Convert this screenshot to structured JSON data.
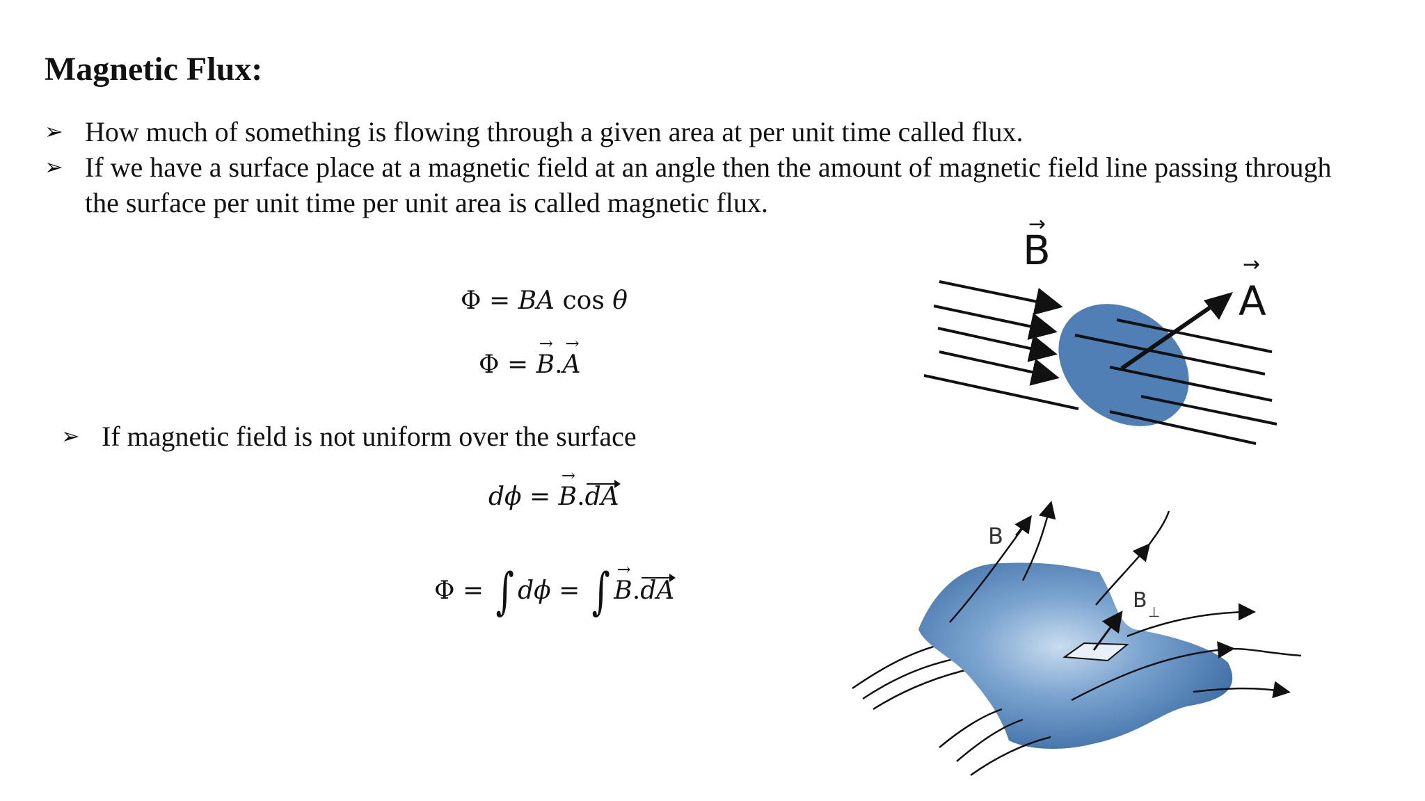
{
  "slide": {
    "title": "Magnetic Flux:",
    "bullets": [
      "How much of something is flowing through a given area at per unit time called flux.",
      "If we have a surface place at a magnetic field at an angle then the amount of magnetic field line passing through the surface per unit time per unit area is called magnetic flux."
    ],
    "bullet3": "If magnetic field is not uniform over the surface",
    "bullet_glyph": "➢"
  },
  "equations": {
    "eq1": {
      "lhs": "Φ",
      "eq": "=",
      "rhs_vars": "BA",
      "func": "cos",
      "angle": "θ"
    },
    "eq2": {
      "lhs": "Φ",
      "eq": "=",
      "b": "B",
      "dot": ".",
      "a": "A"
    },
    "eq3": {
      "lhs": "dϕ",
      "eq": "=",
      "b": "B",
      "dot": ".",
      "da": "dA"
    },
    "eq4": {
      "lhs": "Φ",
      "eq": "=",
      "int": "∫",
      "dphi": "dϕ",
      "eq2": "=",
      "b": "B",
      "dot": ".",
      "da": "dA"
    }
  },
  "figure1": {
    "b_label": "B",
    "a_label": "A",
    "colors": {
      "surface": "#4f7fb4",
      "lines": "#111111"
    }
  },
  "figure2": {
    "b_label": "B",
    "bperp_label": "B",
    "bperp_sub": "⊥",
    "colors": {
      "surface": "#4a7db5",
      "highlight": "#c9dcef"
    }
  }
}
